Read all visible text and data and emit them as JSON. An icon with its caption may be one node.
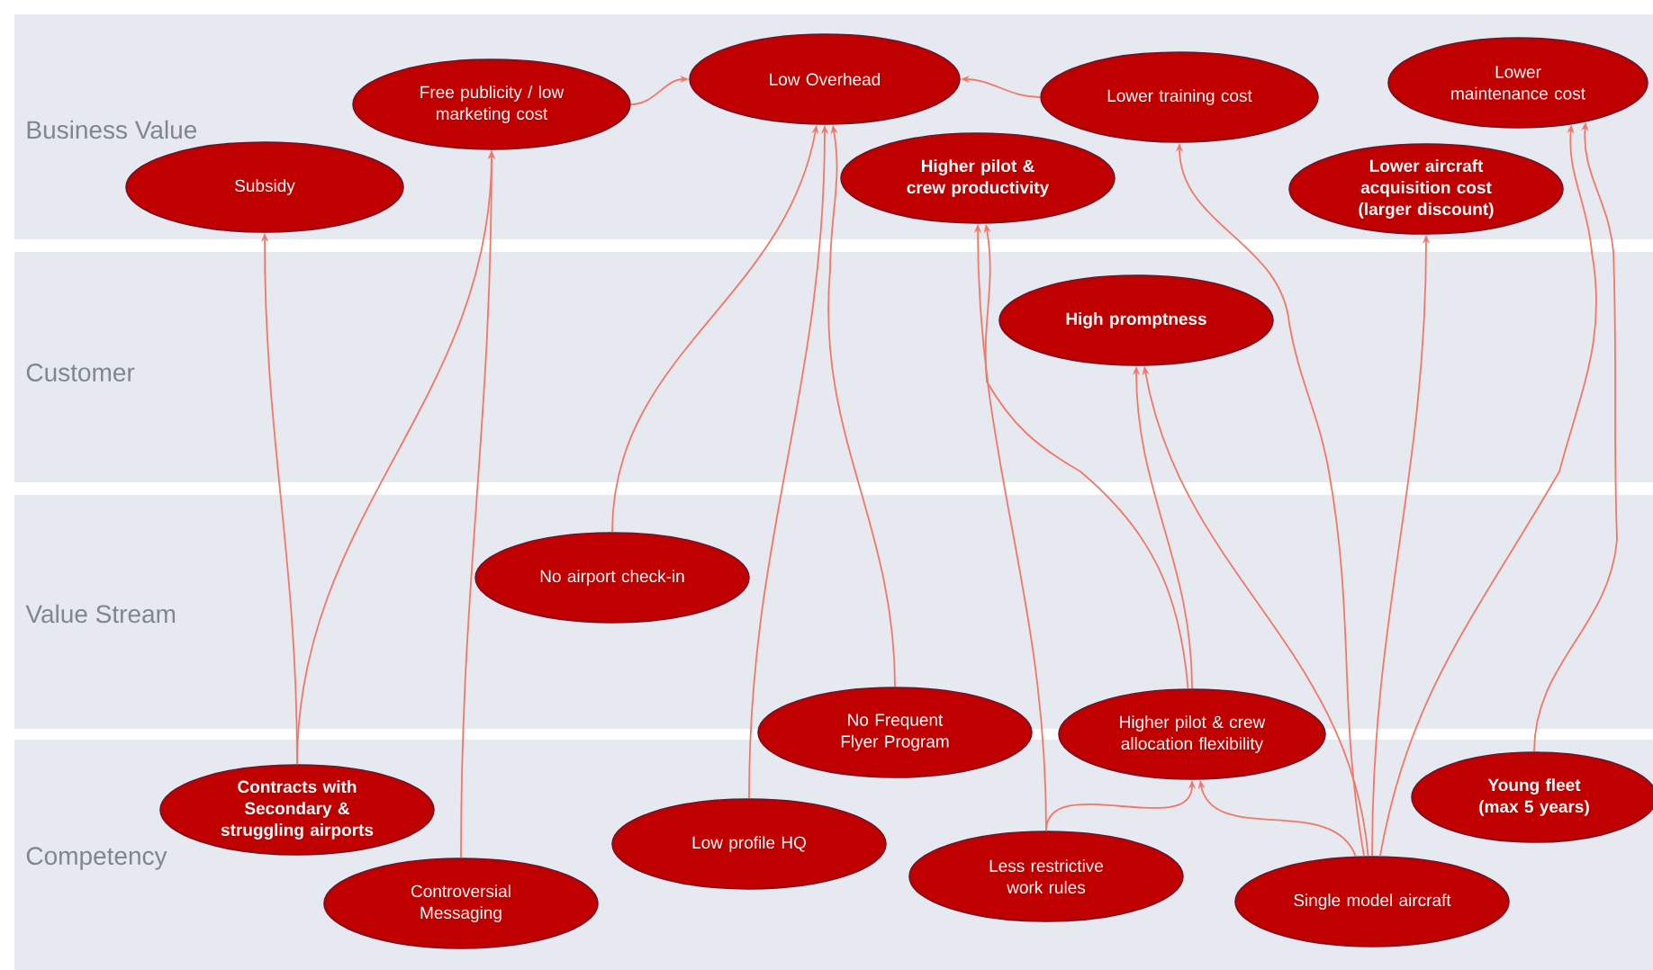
{
  "diagram": {
    "nodes": [
      {
        "text": [
          "Free publicity / low marketing cost"
        ]
      },
      {
        "text": [
          "Low Overhead"
        ]
      },
      {
        "text": [
          "Lower training cost"
        ]
      },
      {
        "text": [
          "Lower maintenance cost"
        ]
      },
      {
        "text": [
          "Subsidy"
        ]
      },
      {
        "text": [
          "Higher pilot & crew productivity"
        ]
      },
      {
        "text": [
          "Lower aircraft acquisition cost (larger discount)"
        ]
      },
      {
        "text": [
          "High promptness"
        ]
      },
      {
        "text": [
          "No airport check-in"
        ]
      },
      {
        "text": [
          "No Frequent Flyer Program"
        ]
      },
      {
        "text": [
          "Higher pilot & crew allocation flexibility"
        ]
      },
      {
        "text": [
          "Contracts with Secondary & struggling airports"
        ]
      },
      {
        "text": [
          "Young fleet (max 5 years)"
        ]
      },
      {
        "text": [
          "Low profile HQ"
        ]
      },
      {
        "text": [
          "Less restrictive work rules"
        ]
      },
      {
        "text": [
          "Controversial Messaging"
        ]
      },
      {
        "text": [
          "Single model aircraft"
        ]
      }
    ],
    "edges": [
      {
        "from": 11,
        "to": 4,
        "arrow": "to"
      },
      {
        "from": 11,
        "to": 0,
        "arrow": "to"
      },
      {
        "from": 15,
        "to": 0,
        "arrow": "to"
      },
      {
        "from": 0,
        "to": 1,
        "arrow": "to"
      },
      {
        "from": 2,
        "to": 1,
        "arrow": "to"
      },
      {
        "from": 8,
        "to": 1,
        "arrow": "to"
      },
      {
        "from": 13,
        "to": 1,
        "arrow": "to"
      },
      {
        "from": 9,
        "to": 1,
        "arrow": "to"
      },
      {
        "from": 14,
        "to": 5,
        "arrow": "to"
      },
      {
        "from": 10,
        "to": 5,
        "arrow": "to"
      },
      {
        "from": 14,
        "to": 10,
        "arrow": "to"
      },
      {
        "from": 16,
        "to": 10,
        "arrow": "to"
      },
      {
        "from": 10,
        "to": 7,
        "arrow": "to"
      },
      {
        "from": 16,
        "to": 7,
        "arrow": "to"
      },
      {
        "from": 16,
        "to": 2,
        "arrow": "to"
      },
      {
        "from": 16,
        "to": 6,
        "arrow": "to"
      },
      {
        "from": 16,
        "to": 3,
        "arrow": "to"
      },
      {
        "from": 12,
        "to": 3,
        "arrow": "to"
      }
    ],
    "labels": [
      "Business Value",
      "Customer",
      "Value Stream",
      "Competency"
    ]
  }
}
